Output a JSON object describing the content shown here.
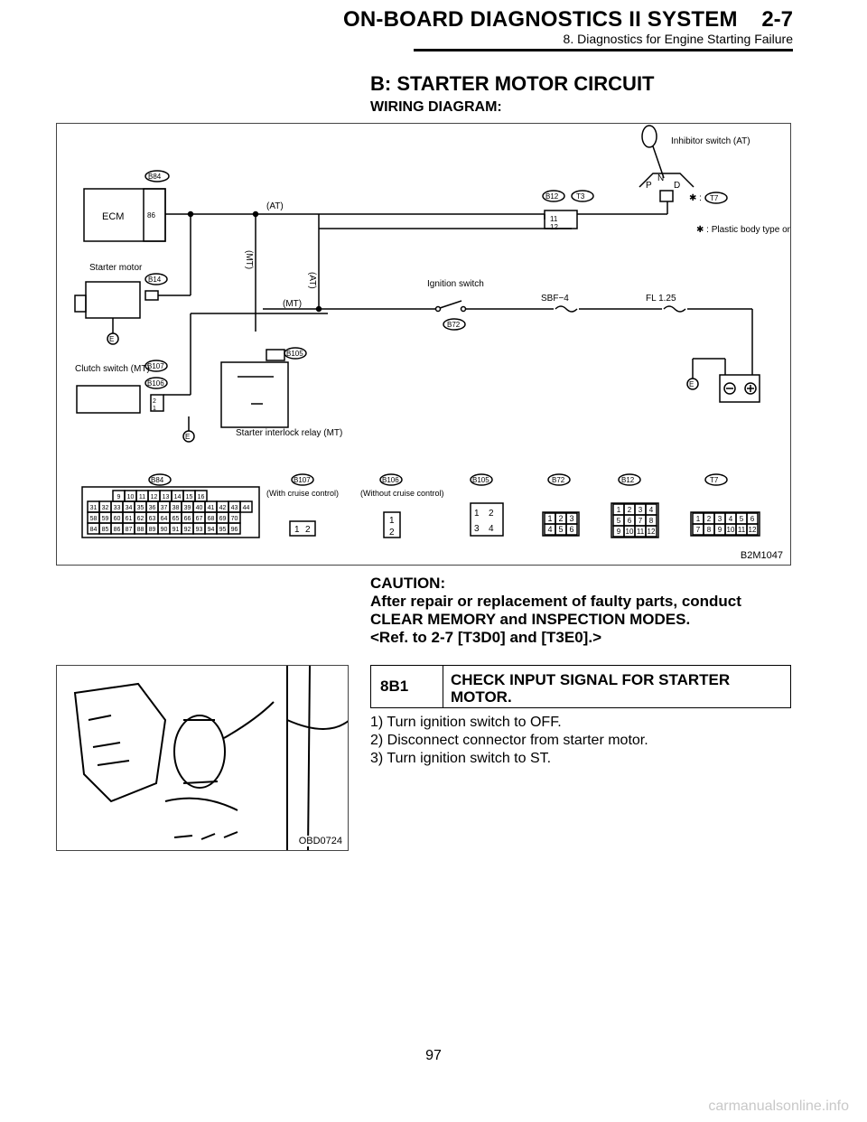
{
  "header": {
    "title": "ON-BOARD DIAGNOSTICS II SYSTEM",
    "section_number": "2-7",
    "subtitle": "8. Diagnostics for Engine Starting Failure"
  },
  "section": {
    "title": "B: STARTER MOTOR CIRCUIT",
    "wiring_label": "WIRING DIAGRAM:"
  },
  "diagram": {
    "figure_id": "B2M1047",
    "labels": {
      "ecm": "ECM",
      "ecm_pin": "86",
      "starter_motor": "Starter motor",
      "clutch_switch": "Clutch switch (MT)",
      "starter_relay": "Starter interlock relay (MT)",
      "ignition_switch": "Ignition switch",
      "inhibitor_switch": "Inhibitor switch (AT)",
      "fuse_sbf": "SBF−4",
      "fuse_fl": "FL 1.25",
      "plastic_note": "✱ : Plastic body type only",
      "star_mark": "✱ :",
      "at": "(AT)",
      "mt": "(MT)",
      "ground": "E",
      "with_cruise": "(With cruise control)",
      "without_cruise": "(Without cruise control)"
    },
    "connectors": {
      "b84": "B84",
      "b14": "B14",
      "b107": "B107",
      "b106": "B106",
      "b105": "B105",
      "b72": "B72",
      "b12": "B12",
      "t3": "T3",
      "t7": "T7"
    },
    "pins": {
      "t3_pins": [
        "11",
        "12"
      ],
      "b106_pins": [
        "2",
        "1"
      ],
      "b84_rows": [
        [
          "9",
          "10",
          "11",
          "12",
          "13",
          "14",
          "15",
          "16"
        ],
        [
          "31",
          "32",
          "33",
          "34",
          "35",
          "36",
          "37",
          "38",
          "39",
          "40",
          "41",
          "42",
          "43",
          "44"
        ],
        [
          "58",
          "59",
          "60",
          "61",
          "62",
          "63",
          "64",
          "65",
          "66",
          "67",
          "68",
          "69",
          "70"
        ],
        [
          "84",
          "85",
          "86",
          "87",
          "88",
          "89",
          "90",
          "91",
          "92",
          "93",
          "94",
          "95",
          "96"
        ]
      ],
      "b107_pins": [
        "1",
        "2"
      ],
      "b106_conn_pins": [
        "1",
        "2"
      ],
      "b105_pins": [
        "1",
        "2",
        "3",
        "4"
      ],
      "b72_pins": [
        "1",
        "2",
        "3",
        "4",
        "5",
        "6"
      ],
      "b12_pins": [
        "1",
        "2",
        "3",
        "4",
        "5",
        "6",
        "7",
        "8",
        "9",
        "10",
        "11",
        "12"
      ],
      "t7_pins": [
        "1",
        "2",
        "3",
        "4",
        "5",
        "6",
        "7",
        "8",
        "9",
        "10",
        "11",
        "12"
      ]
    }
  },
  "caution": {
    "heading": "CAUTION:",
    "line1": "After repair or replacement of faulty parts, conduct",
    "line2": "CLEAR MEMORY and INSPECTION MODES.",
    "line3": "<Ref. to 2-7 [T3D0] and [T3E0].>"
  },
  "photo": {
    "figure_id": "OBD0724"
  },
  "step": {
    "code": "8B1",
    "title": "CHECK INPUT SIGNAL FOR STARTER MOTOR."
  },
  "instructions": [
    "1) Turn ignition switch to OFF.",
    "2) Disconnect connector from starter motor.",
    "3) Turn ignition switch to ST."
  ],
  "page_number": "97",
  "watermark": "carmanualsonline.info"
}
